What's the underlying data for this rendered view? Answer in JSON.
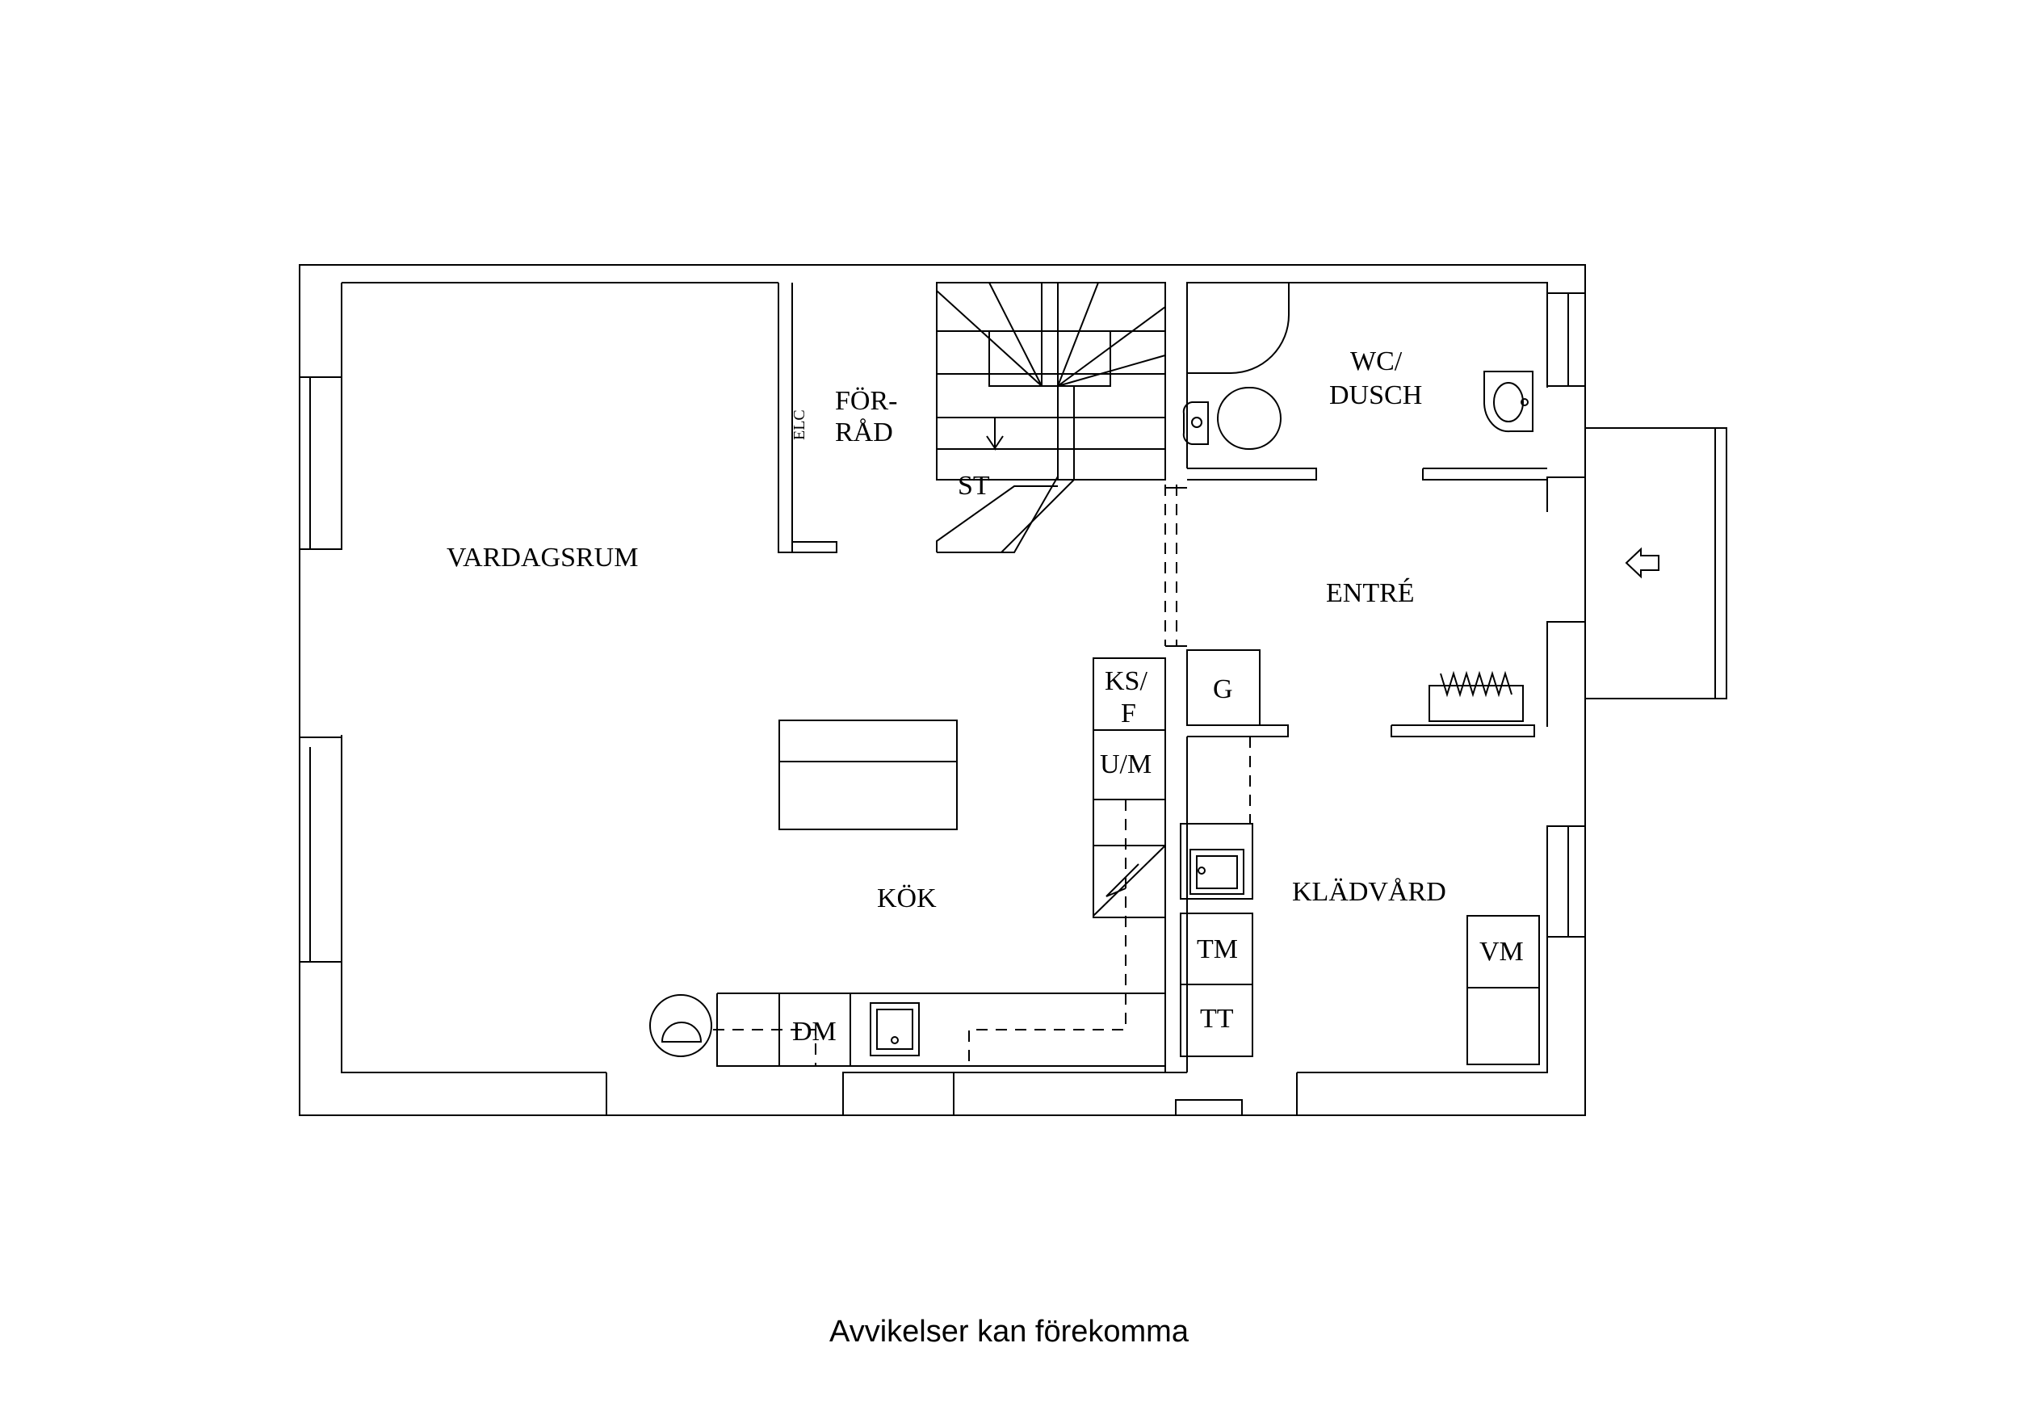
{
  "rooms": {
    "vardagsrum": "VARDAGSRUM",
    "forrad_line1": "FÖR-",
    "forrad_line2": "RÅD",
    "elc": "ELC",
    "stair": "ST",
    "wc_line1": "WC/",
    "wc_line2": "DUSCH",
    "entre": "ENTRÉ",
    "kok": "KÖK",
    "kladvard": "KLÄDVÅRD"
  },
  "fixtures": {
    "ksf_line1": "KS/",
    "ksf_line2": "F",
    "um": "U/M",
    "dm": "DM",
    "g": "G",
    "tm": "TM",
    "tt": "TT",
    "vm": "VM"
  },
  "caption": "Avvikelser kan förekomma"
}
